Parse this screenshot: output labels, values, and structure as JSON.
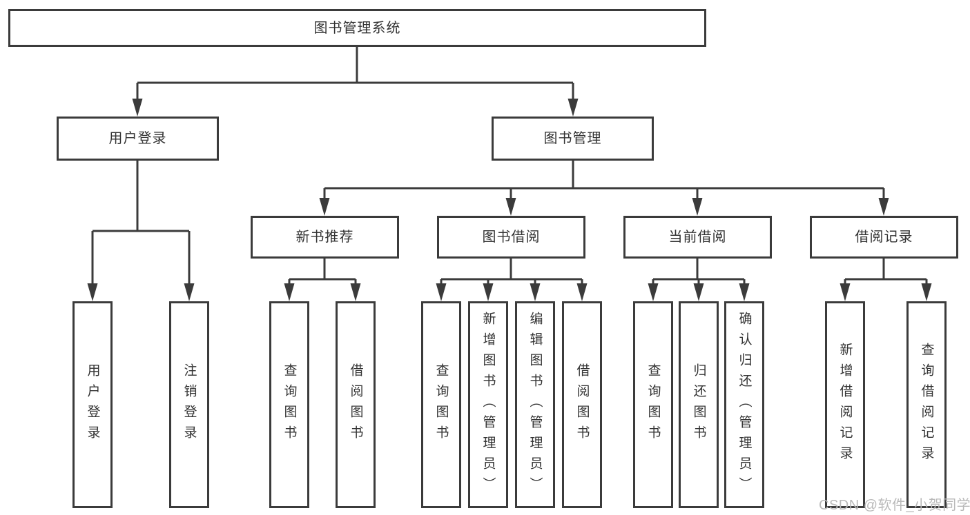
{
  "title": "图书管理系统",
  "level2": {
    "user_login": "用户登录",
    "book_mgmt": "图书管理"
  },
  "level3": {
    "new_books": "新书推荐",
    "borrow": "图书借阅",
    "current": "当前借阅",
    "records": "借阅记录"
  },
  "leaves": {
    "user_login": [
      "用户登录",
      "注销登录"
    ],
    "new_books": [
      "查询图书",
      "借阅图书"
    ],
    "borrow": [
      "查询图书",
      "新增图书（管理员）",
      "编辑图书（管理员）",
      "借阅图书"
    ],
    "current": [
      "查询图书",
      "归还图书",
      "确认归还（管理员）"
    ],
    "records": [
      "新增借阅记录",
      "查询借阅记录"
    ]
  },
  "watermark": "CSDN @软件_小贺同学",
  "colors": {
    "line": "#3b3b3b",
    "text": "#333333",
    "watermark": "#b9b9b9",
    "background": "#ffffff"
  }
}
